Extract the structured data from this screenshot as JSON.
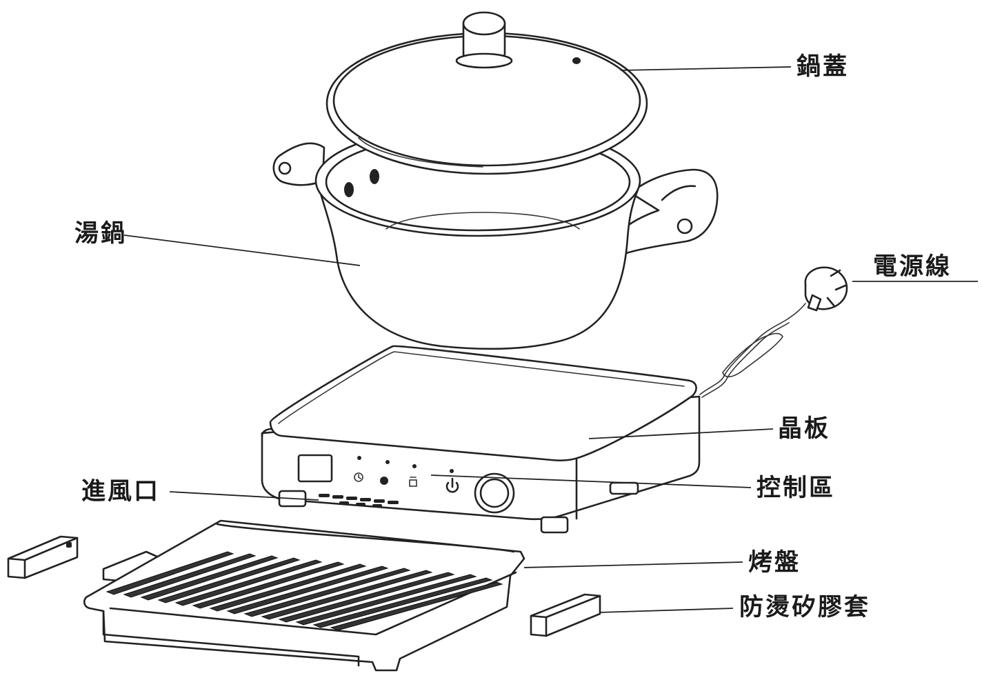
{
  "labels": {
    "lid": "鍋蓋",
    "pot": "湯鍋",
    "power_cord": "電源線",
    "crystal_plate": "晶板",
    "control_area": "控制區",
    "air_inlet": "進風口",
    "grill_pan": "烤盤",
    "silicone_sleeve": "防燙矽膠套"
  }
}
